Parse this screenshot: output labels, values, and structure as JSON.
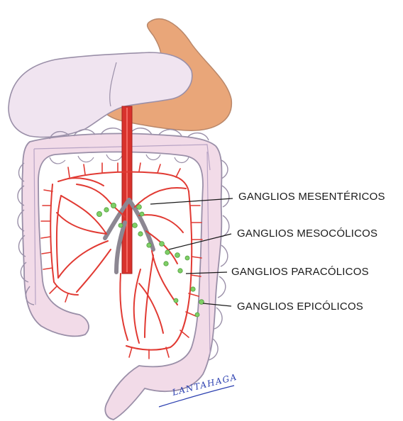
{
  "labels": {
    "mesentericos": "GANGLIOS MESENTÉRICOS",
    "mesocolicos": "GANGLIOS MESOCÓLICOS",
    "paracolicos": "GANGLIOS PARACÓLICOS",
    "epicolicos": "GANGLIOS EPICÓLICOS"
  },
  "signature": "LANTAHAGA",
  "colors": {
    "colon_fill": "#f2dbe8",
    "colon_outline": "#9a8fa8",
    "liver_fill": "#f0e4f0",
    "stomach_fill": "#e9a679",
    "vessel_red": "#e13a33",
    "aorta_red": "#d8322c",
    "node_green": "#7fcf66",
    "signature_blue": "#2b3fb0"
  }
}
